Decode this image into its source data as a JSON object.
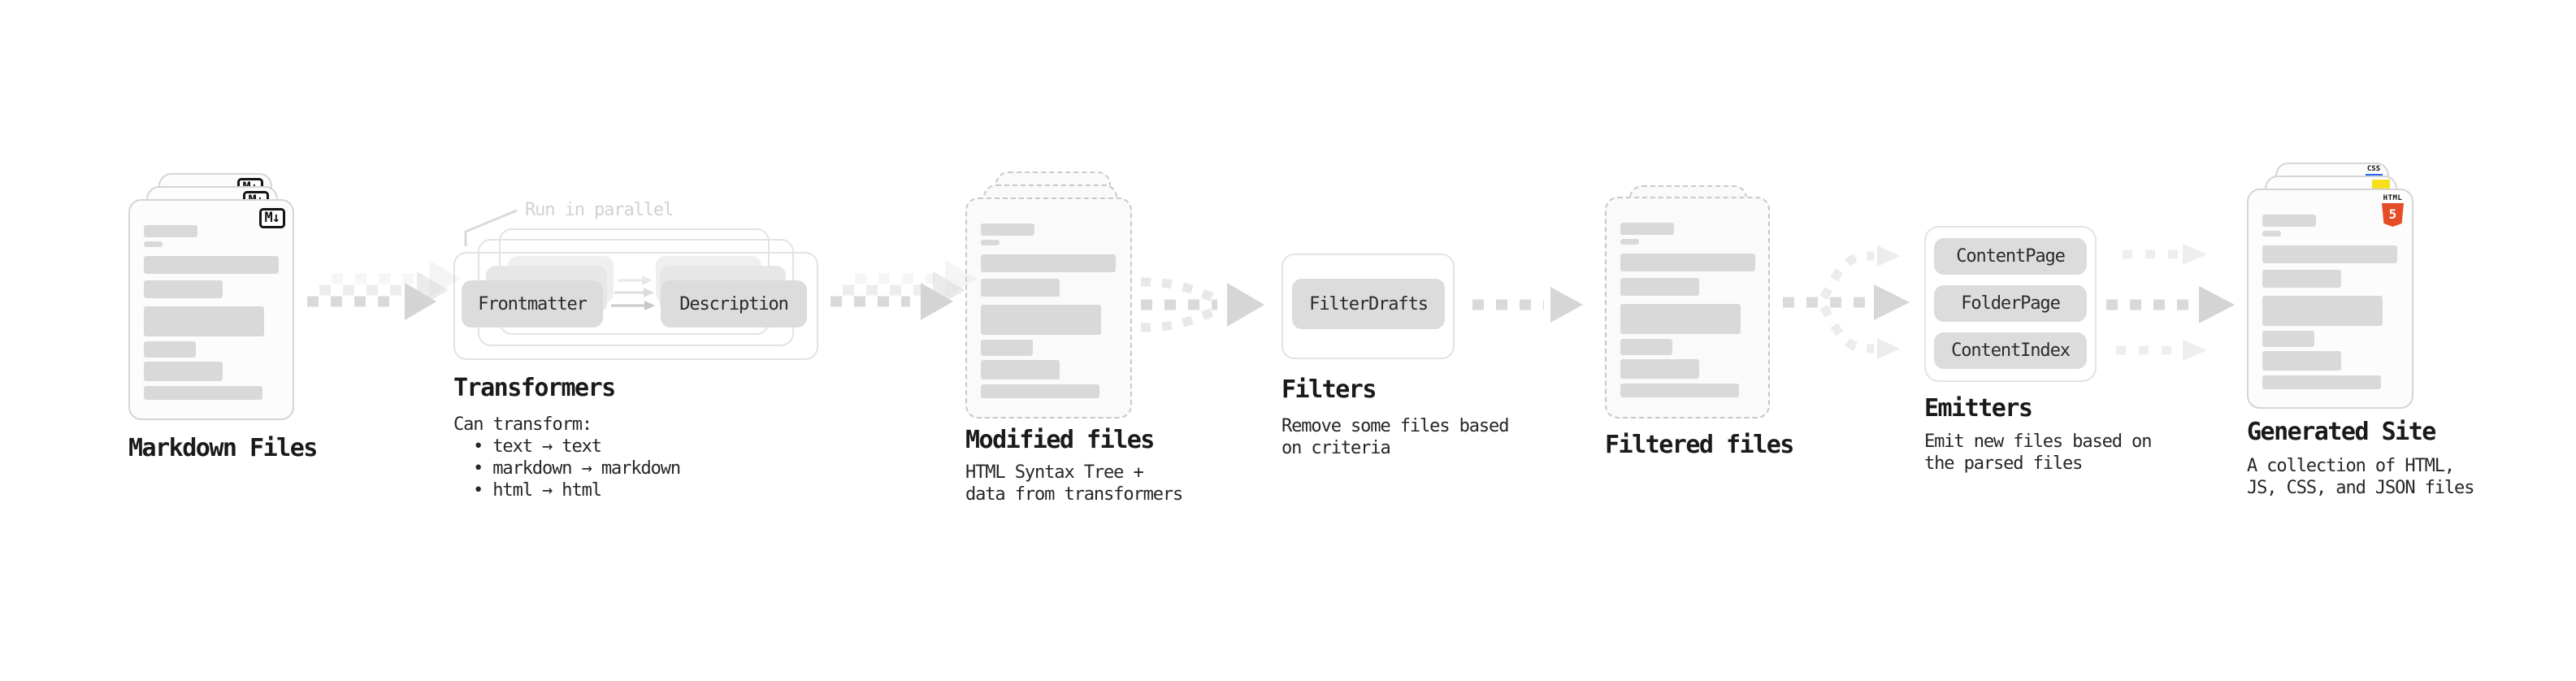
{
  "nodes": {
    "markdown_files": {
      "title": "Markdown Files",
      "badge": "M↓"
    },
    "transformers": {
      "callout": "Run in parallel",
      "box_left": "Frontmatter",
      "box_right": "Description",
      "title": "Transformers",
      "desc": [
        "Can transform:",
        "• text → text",
        "• markdown → markdown",
        "• html → html"
      ]
    },
    "modified_files": {
      "title": "Modified files",
      "desc": [
        "HTML Syntax Tree +",
        "data from transformers"
      ]
    },
    "filters": {
      "box": "FilterDrafts",
      "title": "Filters",
      "desc": [
        "Remove some files based",
        "on criteria"
      ]
    },
    "filtered_files": {
      "title": "Filtered files"
    },
    "emitters": {
      "boxes": [
        "ContentPage",
        "FolderPage",
        "ContentIndex"
      ],
      "title": "Emitters",
      "desc": [
        "Emit new files based on",
        "the parsed files"
      ]
    },
    "generated_site": {
      "title": "Generated Site",
      "badges": {
        "css_label": "CSS",
        "html_label": "HTML",
        "html_number": "5"
      },
      "desc": [
        "A collection of HTML,",
        "JS, CSS, and JSON files"
      ]
    }
  },
  "colors": {
    "html5_orange": "#e44d26",
    "js_yellow": "#f7df1e",
    "css_blue": "#2965f1",
    "box_fill": "#dcdcdc",
    "arrow_gray": "#d9d9d9",
    "callout_gray": "#d2d2d2"
  }
}
